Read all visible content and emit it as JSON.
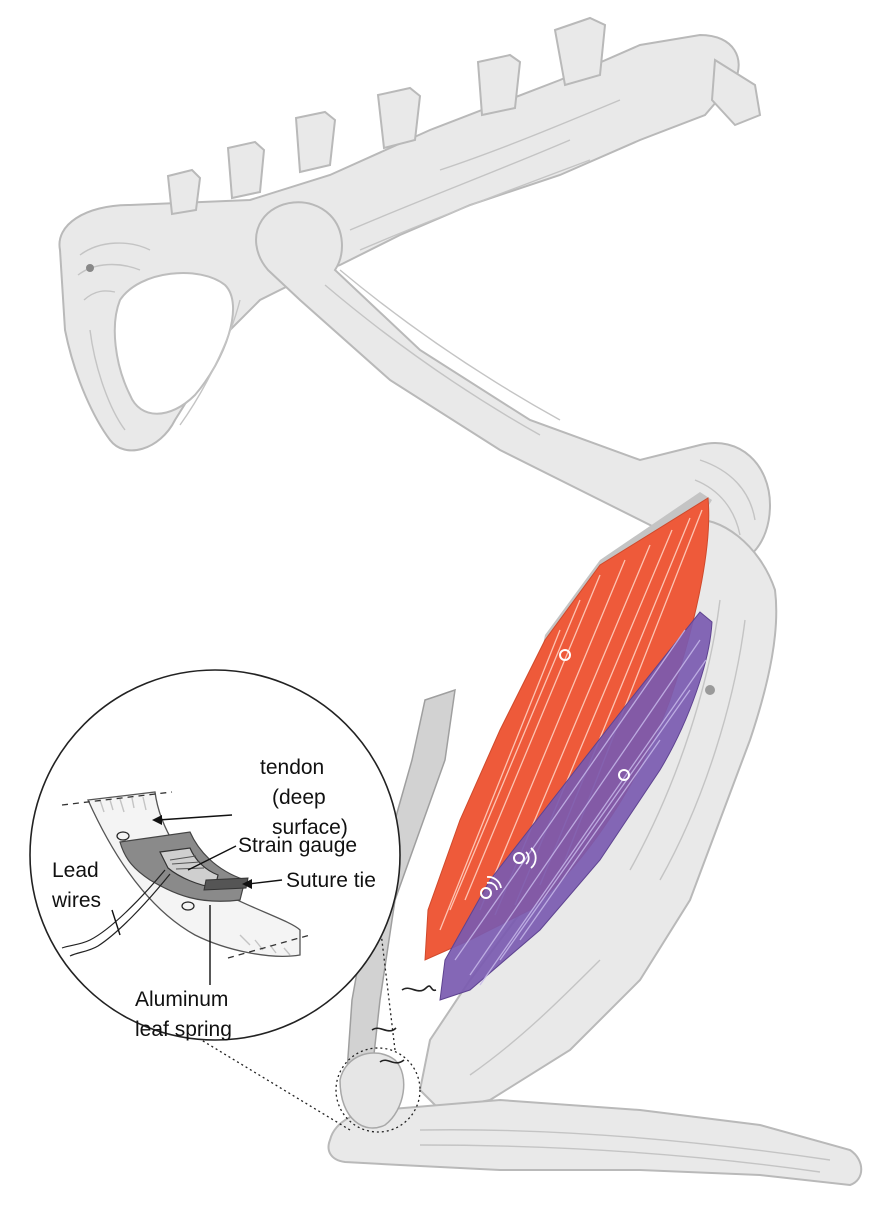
{
  "colors": {
    "bone_fill": "#e9e9e9",
    "bone_outline": "#b9b9b9",
    "tendon_gray": "#c0c0c0",
    "lateral_gastrocnemius": "#ee5a3a",
    "medial_gastrocnemius": "#7a5ab0",
    "background": "#ffffff"
  },
  "inset": {
    "labels": {
      "tendon_line1": "tendon",
      "tendon_line2": "(deep",
      "tendon_line3": "surface)",
      "strain_gauge": "Strain gauge",
      "lead_wires_line1": "Lead",
      "lead_wires_line2": "wires",
      "suture_tie": "Suture tie",
      "aluminum_line1": "Aluminum",
      "aluminum_line2": "leaf spring"
    }
  },
  "icons": {
    "electrode": "electrode-marker-icon",
    "sonomicrometry": "sonomicrometry-crystal-icon",
    "suture": "suture-knot-icon"
  }
}
